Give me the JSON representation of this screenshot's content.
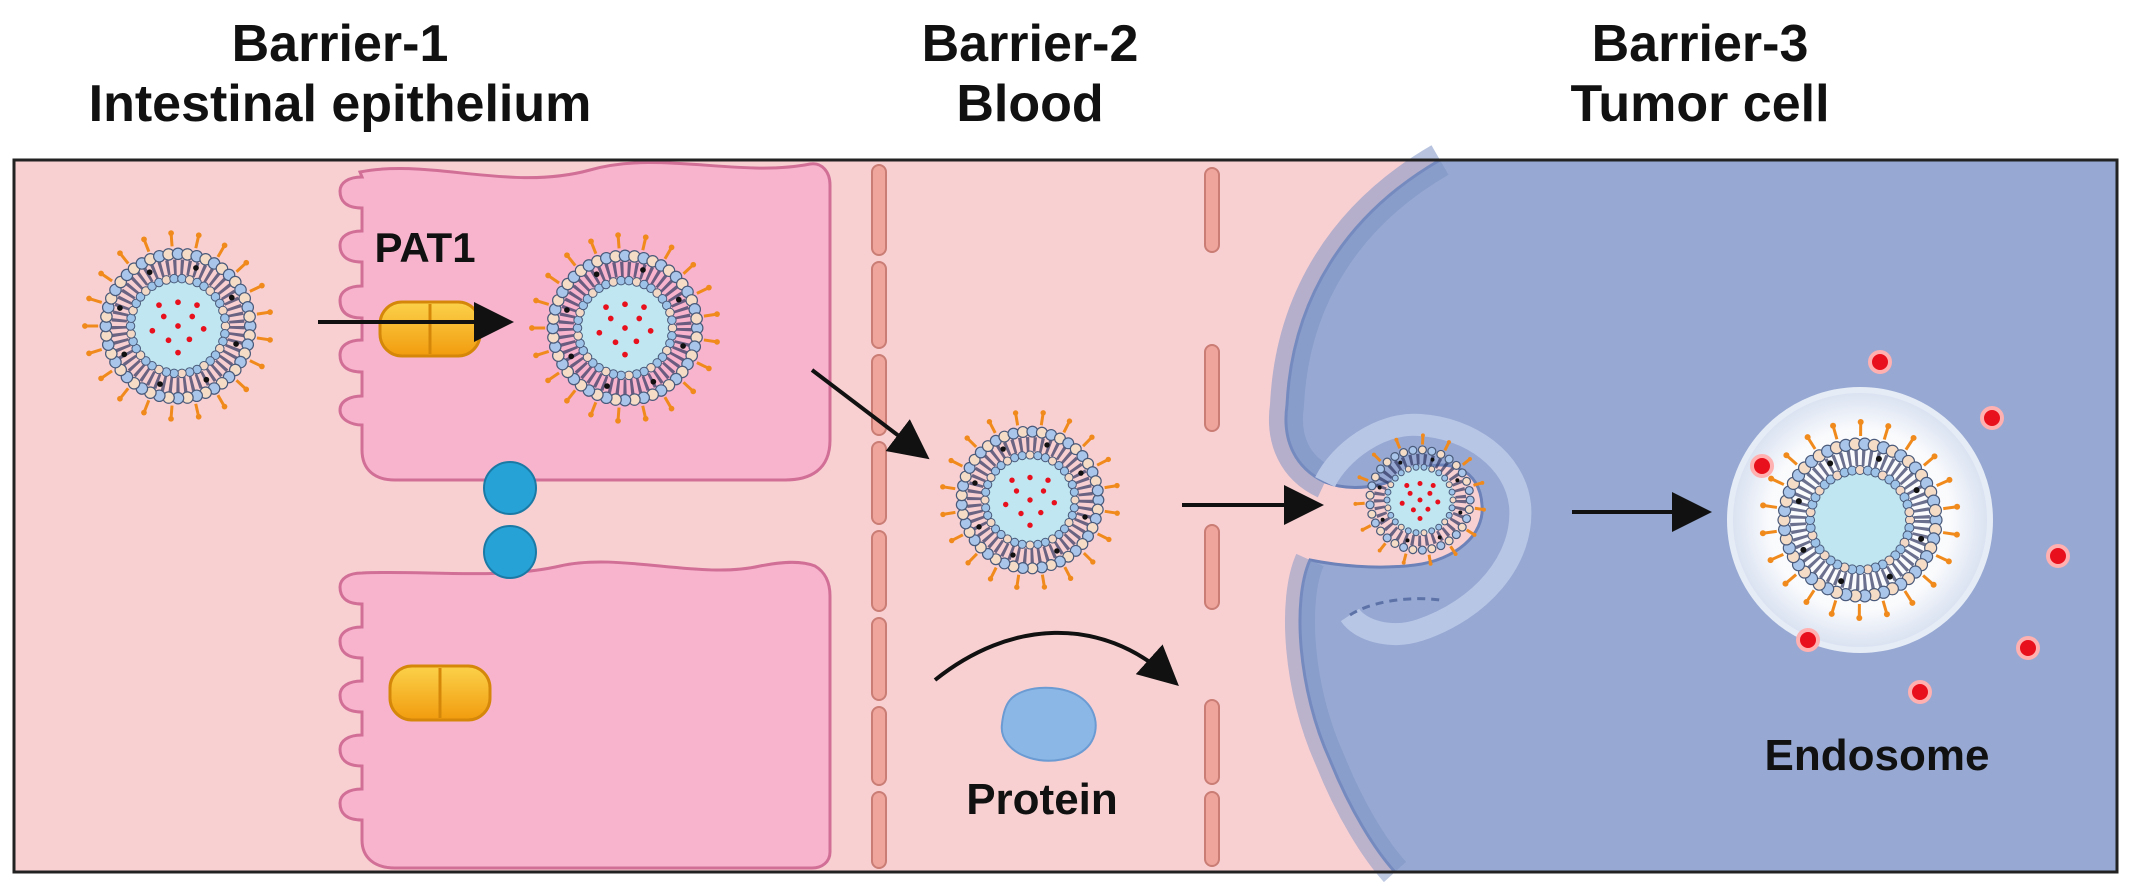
{
  "barriers": [
    {
      "title": "Barrier-1",
      "subtitle": "Intestinal epithelium"
    },
    {
      "title": "Barrier-2",
      "subtitle": "Blood"
    },
    {
      "title": "Barrier-3",
      "subtitle": "Tumor cell"
    }
  ],
  "labels": {
    "transporter": "PAT1",
    "protein": "Protein",
    "endosome": "Endosome"
  },
  "colors": {
    "lumen_bg": "#f9d0d2",
    "epithelial_cell": "#f8b4cd",
    "vessel_wall": "#efa59c",
    "tumor_cell": "#97a9d3",
    "tumor_rim": "#7d93c5",
    "transporter": "#f5b21a",
    "junction": "#27a2d6",
    "protein": "#8ab7e6",
    "drug": "#e8101c"
  }
}
